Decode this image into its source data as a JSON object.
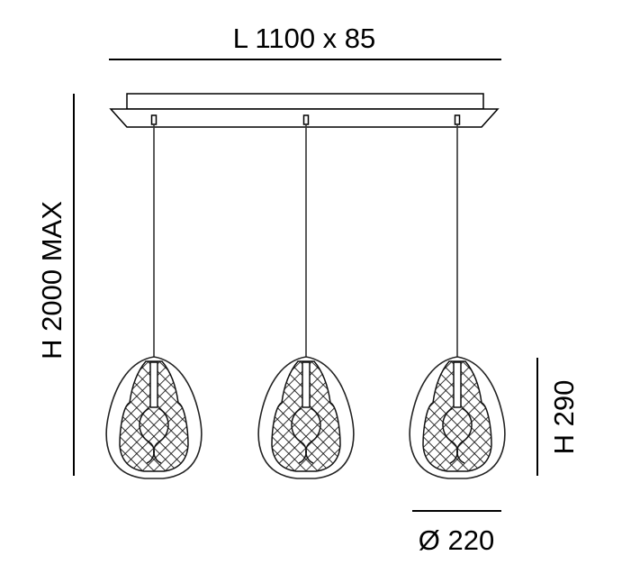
{
  "dimensions": {
    "length": "L 1100 x 85",
    "height_max": "H 2000 MAX",
    "shade_height": "H 290",
    "shade_diameter": "Ø 220"
  },
  "pendants": [
    {
      "name": "pendant-left"
    },
    {
      "name": "pendant-center"
    },
    {
      "name": "pendant-right"
    }
  ],
  "colors": {
    "line": "#000000",
    "background": "#ffffff"
  }
}
